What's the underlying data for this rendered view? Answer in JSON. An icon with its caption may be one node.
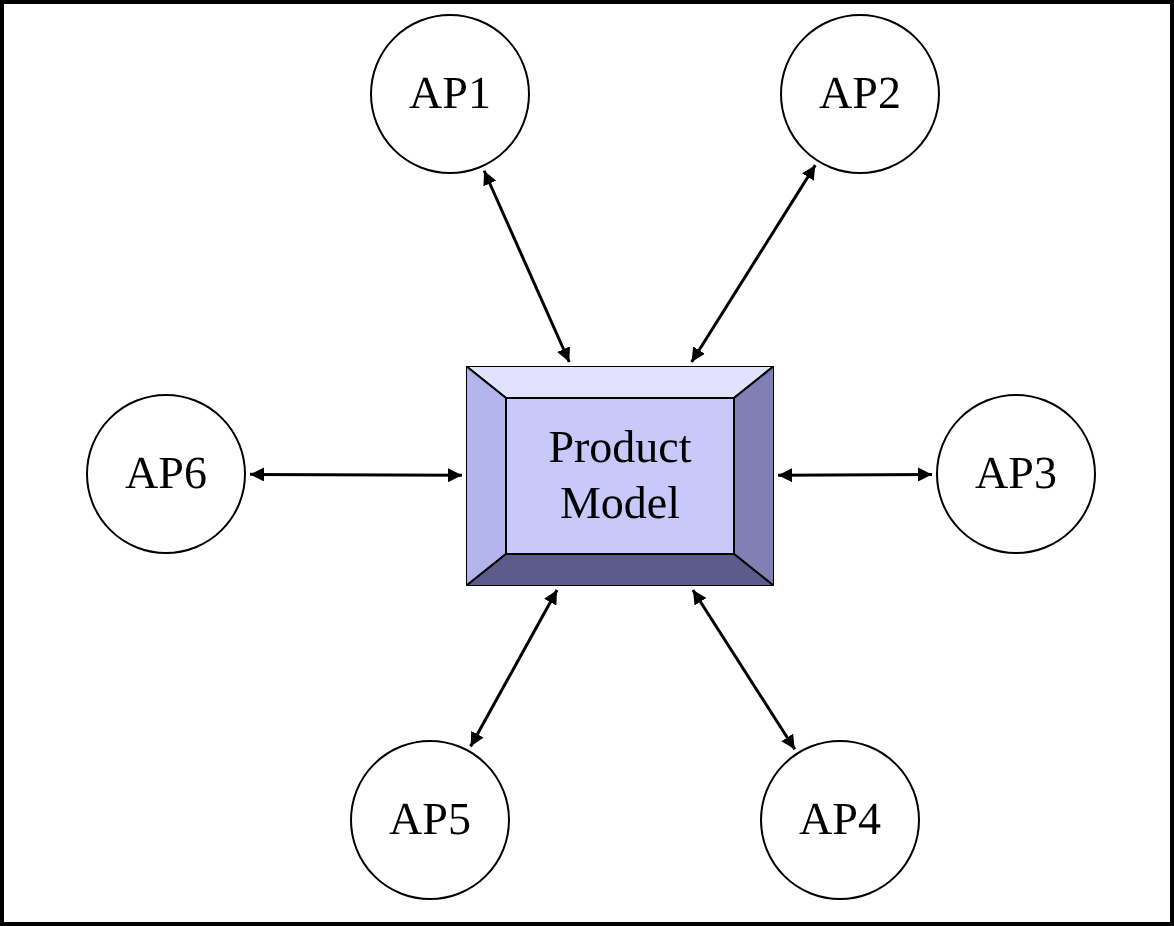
{
  "diagram": {
    "nodes": [
      {
        "text": [
          "AP1"
        ]
      },
      {
        "text": [
          "AP2"
        ]
      },
      {
        "text": [
          "AP6"
        ]
      },
      {
        "text": [
          "Product Model"
        ]
      },
      {
        "text": [
          "AP3"
        ]
      },
      {
        "text": [
          "AP5"
        ]
      },
      {
        "text": [
          "AP4"
        ]
      }
    ],
    "edges": [
      {
        "from": 0,
        "to": 3,
        "arrow": "both"
      },
      {
        "from": 1,
        "to": 3,
        "arrow": "both"
      },
      {
        "from": 2,
        "to": 3,
        "arrow": "both"
      },
      {
        "from": 4,
        "to": 3,
        "arrow": "both"
      },
      {
        "from": 5,
        "to": 3,
        "arrow": "both"
      },
      {
        "from": 6,
        "to": 3,
        "arrow": "both"
      }
    ]
  }
}
